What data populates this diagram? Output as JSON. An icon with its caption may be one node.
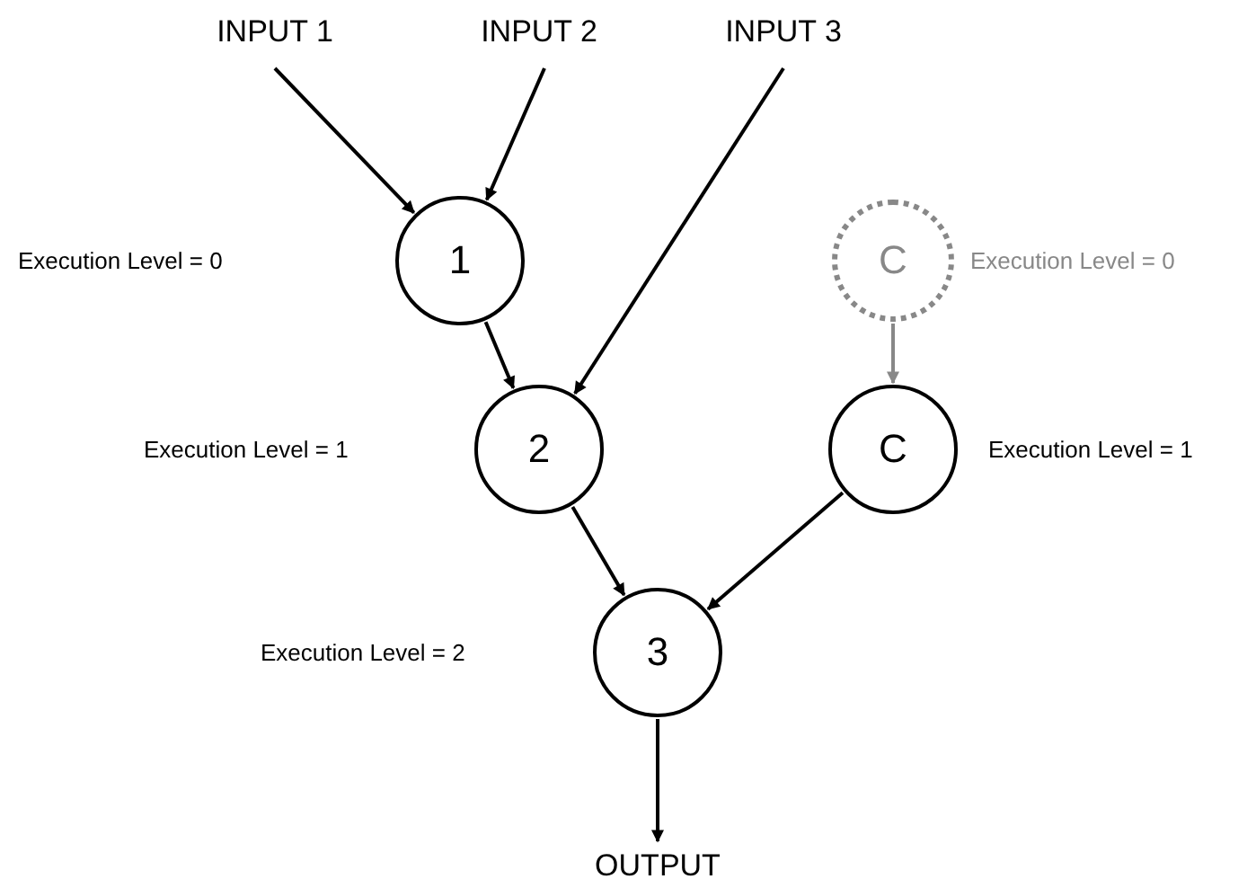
{
  "diagram": {
    "nodes": [
      {
        "text": [
          "INPUT 1"
        ]
      },
      {
        "text": [
          "INPUT 2"
        ]
      },
      {
        "text": [
          "INPUT 3"
        ]
      },
      {
        "text": [
          "1"
        ]
      },
      {
        "text": [
          "C"
        ],
        "beside": [
          "Execution Level = 0"
        ]
      },
      {
        "text": [
          "2"
        ]
      },
      {
        "text": [
          "C"
        ],
        "beside": [
          "Execution Level = 1"
        ]
      },
      {
        "text": [
          "3"
        ]
      },
      {
        "text": [
          "OUTPUT"
        ]
      }
    ],
    "edges": [
      {
        "from": 0,
        "to": 3,
        "arrow": "to"
      },
      {
        "from": 1,
        "to": 3,
        "arrow": "to"
      },
      {
        "from": 3,
        "to": 5,
        "arrow": "to"
      },
      {
        "from": 2,
        "to": 5,
        "arrow": "to"
      },
      {
        "from": 4,
        "to": 6,
        "arrow": "to",
        "color": "#888888"
      },
      {
        "from": 5,
        "to": 7,
        "arrow": "to"
      },
      {
        "from": 6,
        "to": 7,
        "arrow": "to"
      },
      {
        "from": 7,
        "to": 8,
        "arrow": "to"
      }
    ],
    "labels": [
      "Execution Level = 0",
      "Execution Level = 1",
      "Execution Level = 2"
    ]
  }
}
